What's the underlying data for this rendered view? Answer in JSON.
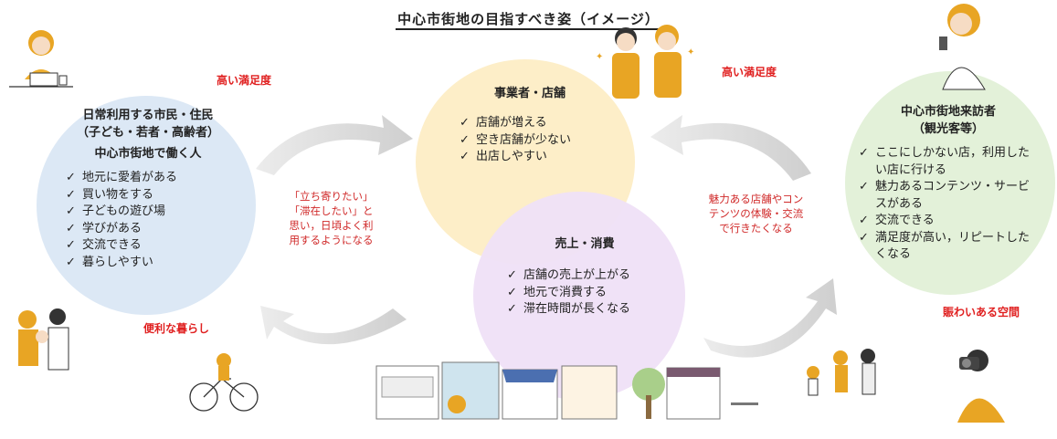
{
  "title": "中心市街地の目指すべき姿（イメージ）",
  "resident": {
    "heading1": "日常利用する市民・住民",
    "heading2": "（子ども・若者・高齢者）",
    "heading3": "中心市街地で働く人",
    "items": [
      "地元に愛着がある",
      "買い物をする",
      "子どもの遊び場",
      "学びがある",
      "交流できる",
      "暮らしやすい"
    ]
  },
  "business": {
    "heading": "事業者・店舗",
    "items": [
      "店舗が増える",
      "空き店舗が少ない",
      "出店しやすい"
    ]
  },
  "sales": {
    "heading": "売上・消費",
    "items": [
      "店舗の売上が上がる",
      "地元で消費する",
      "滞在時間が長くなる"
    ]
  },
  "visitor": {
    "heading1": "中心市街地来訪者",
    "heading2": "（観光客等）",
    "items": [
      "ここにしかない店，利用したい店に行ける",
      "魅力あるコンテンツ・サービスがある",
      "交流できる",
      "満足度が高い，リピートしたくなる"
    ]
  },
  "labels": {
    "high_satisfaction_left": "高い満足度",
    "high_satisfaction_right": "高い満足度",
    "convenient_life": "便利な暮らし",
    "lively_space": "賑わいある空間"
  },
  "notes": {
    "left": [
      "「立ち寄りたい」",
      "「滞在したい」と",
      "思い，日頃よく利",
      "用するようになる"
    ],
    "right": [
      "魅力ある店舗やコン",
      "テンツの体験・交流",
      "で行きたくなる"
    ]
  },
  "colors": {
    "resident": "#dce8f5",
    "business": "#fdeec8",
    "sales": "#efe1f7",
    "visitor": "#e3f1d9",
    "accent_red": "#e02020",
    "arrow": "#d5d5d5"
  }
}
